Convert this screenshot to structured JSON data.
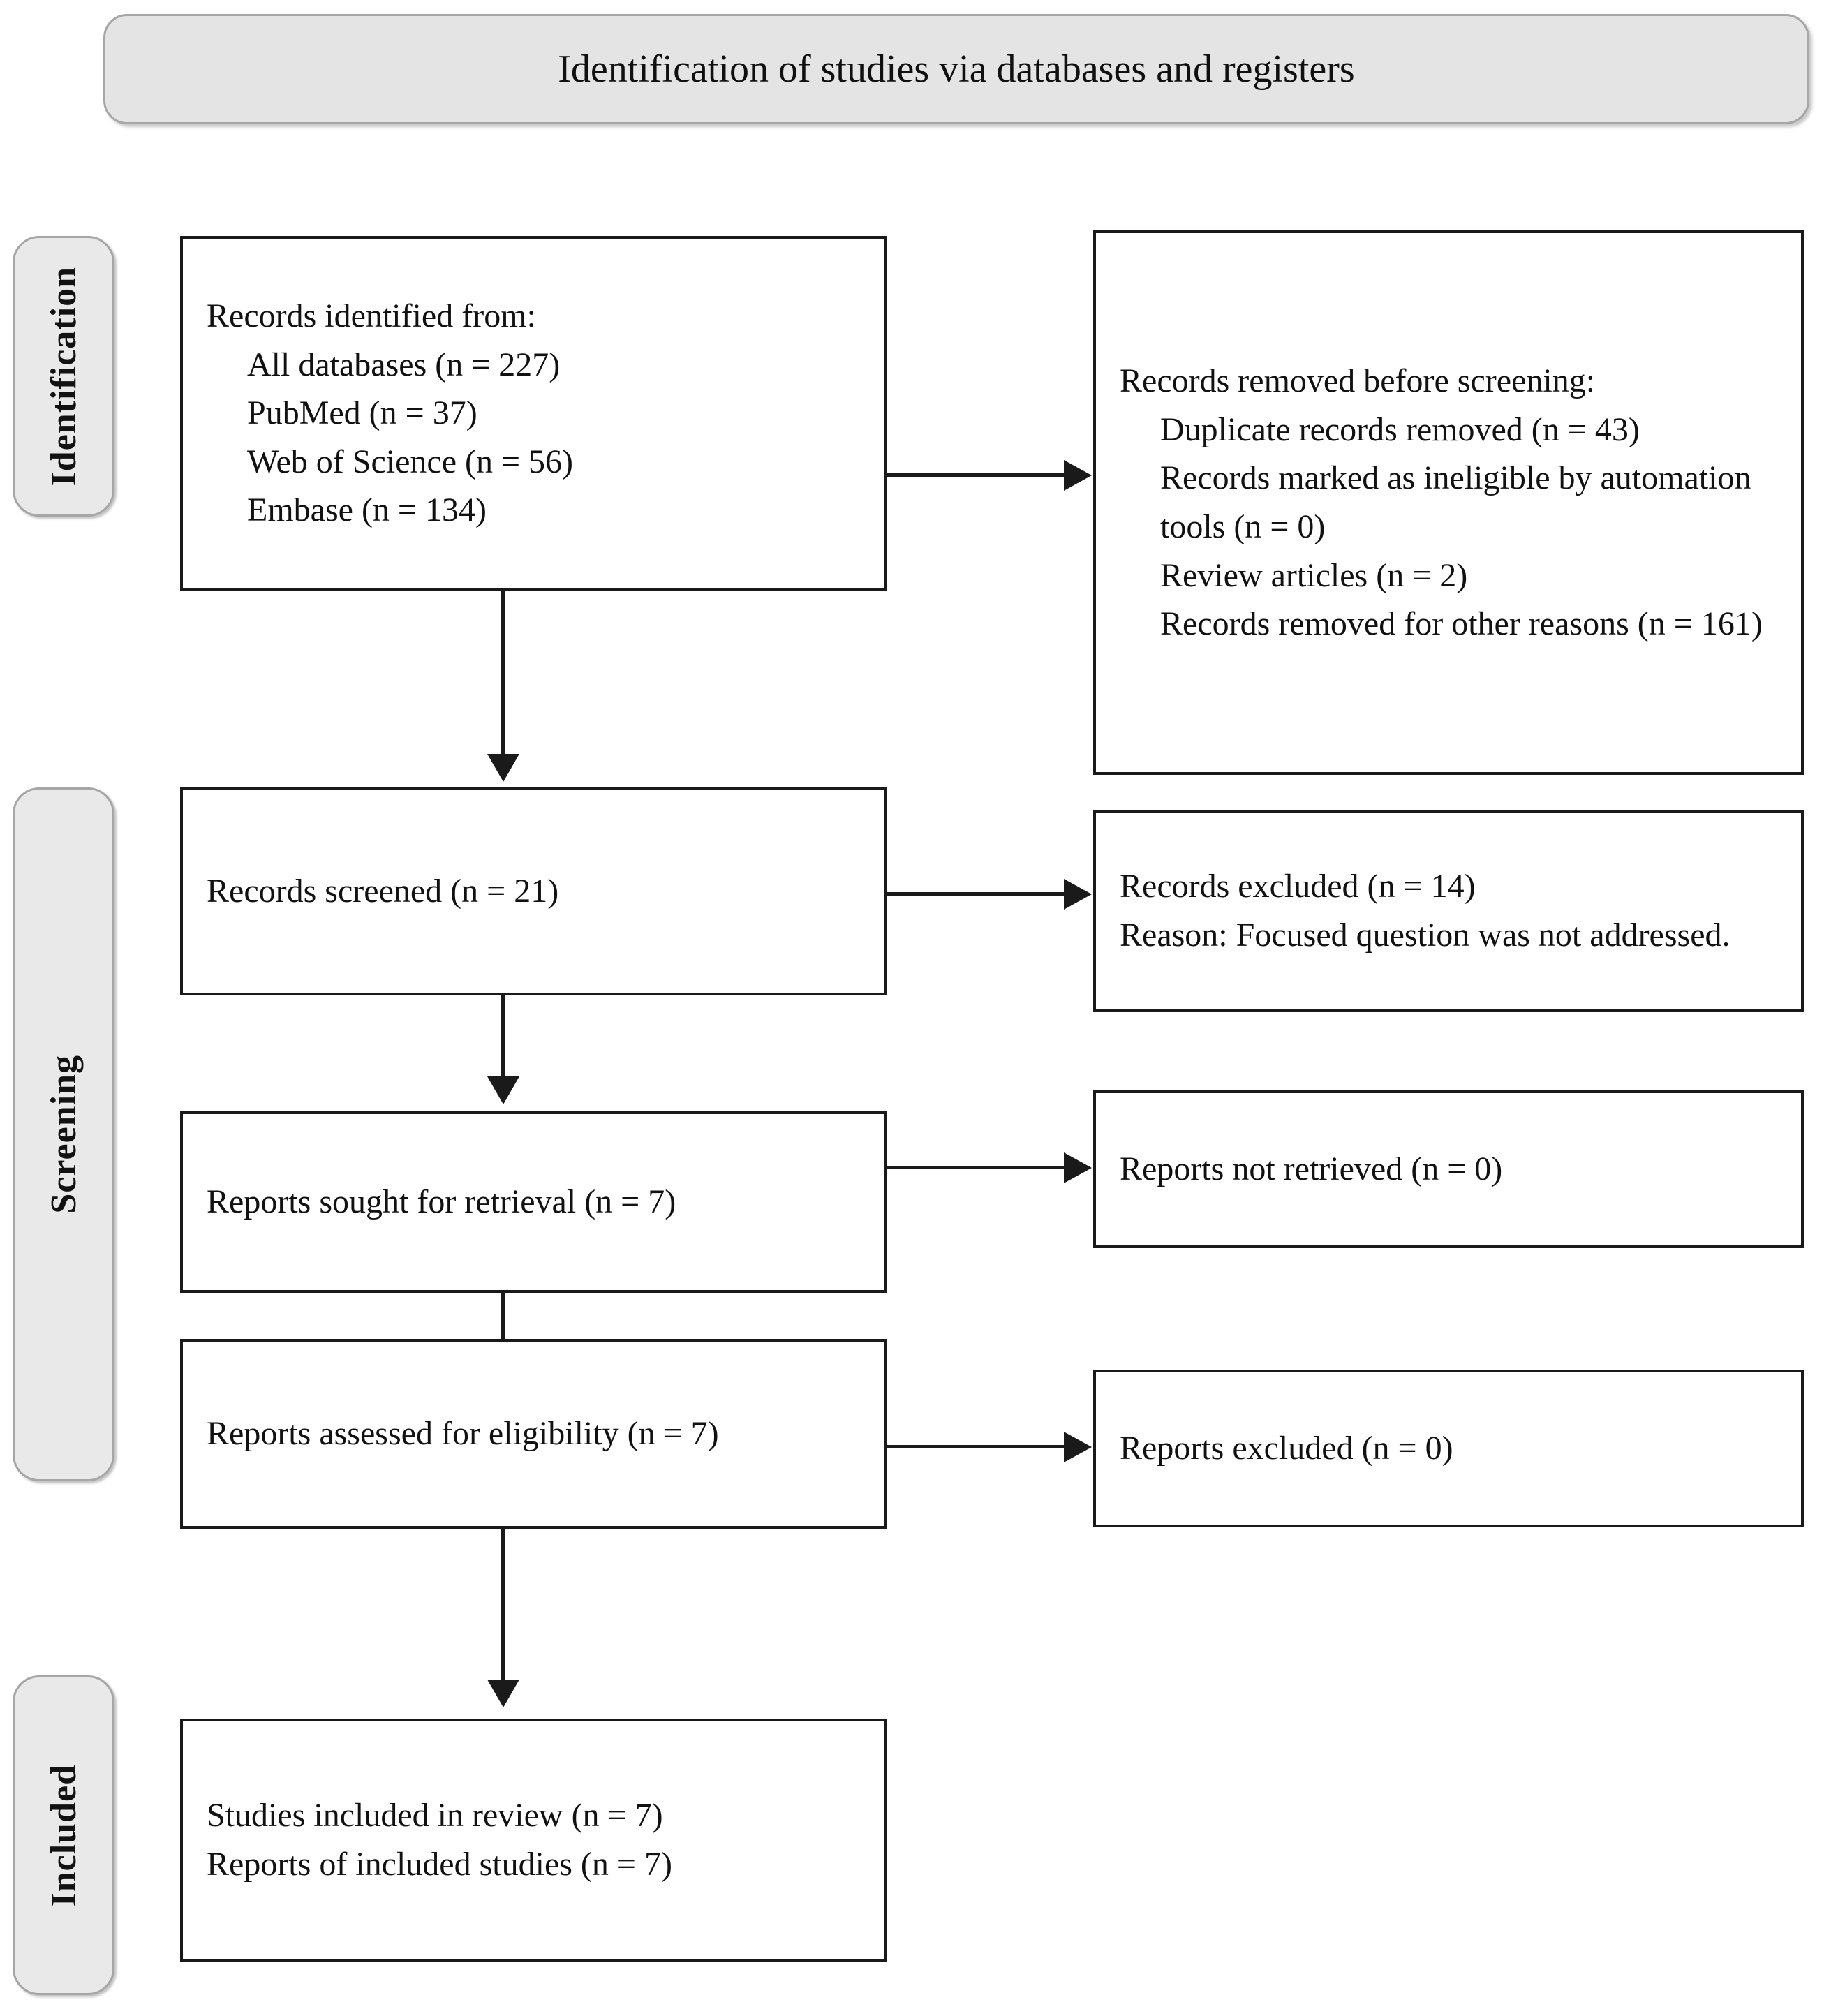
{
  "banner": {
    "title": "Identification of studies via databases and registers"
  },
  "stages": [
    {
      "label": "Identification"
    },
    {
      "label": "Screening"
    },
    {
      "label": "Included"
    }
  ],
  "boxes": {
    "identified": {
      "heading": "Records identified from:",
      "items": [
        "All databases (n = 227)",
        "PubMed (n = 37)",
        "Web of Science (n = 56)",
        "Embase (n = 134)"
      ]
    },
    "removed_before_screening": {
      "heading": "Records removed before screening:",
      "items": [
        "Duplicate records removed (n = 43)",
        "Records marked as ineligible by automation tools (n = 0)",
        "Review articles (n = 2)",
        "Records removed for other reasons (n = 161)"
      ]
    },
    "records_screened": {
      "line": "Records screened (n = 21)"
    },
    "records_excluded": {
      "line1": "Records excluded (n = 14)",
      "line2": "Reason: Focused question was not addressed."
    },
    "reports_sought": {
      "line": "Reports sought for retrieval (n = 7)"
    },
    "reports_not_retrieved": {
      "line": "Reports not retrieved (n = 0)"
    },
    "reports_assessed": {
      "line": "Reports assessed for eligibility (n = 7)"
    },
    "reports_excluded": {
      "line": "Reports excluded (n = 0)"
    },
    "included": {
      "line1": "Studies included in review (n = 7)",
      "line2": "Reports of included studies (n = 7)"
    }
  },
  "colors": {
    "box_border": "#1a1a1a",
    "stage_fill": "#e9e9e9",
    "stage_border": "#a6a6a6",
    "banner_fill": "#e4e4e4",
    "connector": "#1a1a1a"
  }
}
